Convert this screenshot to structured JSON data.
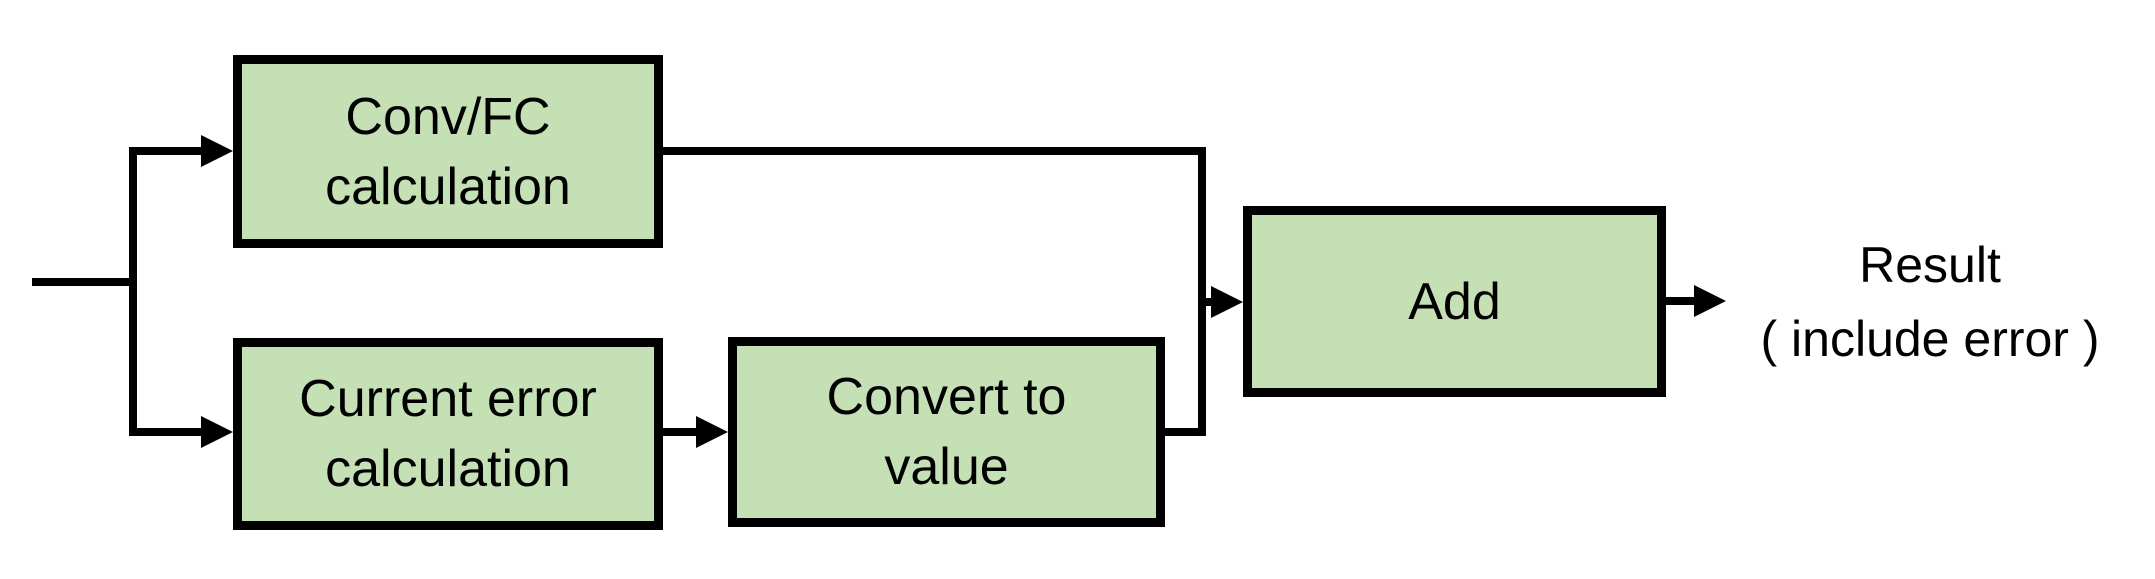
{
  "diagram": {
    "nodes": {
      "conv_fc": {
        "lines": [
          "Conv/FC",
          "calculation"
        ]
      },
      "current_error": {
        "lines": [
          "Current error",
          "calculation"
        ]
      },
      "convert": {
        "lines": [
          "Convert to",
          "value"
        ]
      },
      "add": {
        "lines": [
          "Add"
        ]
      }
    },
    "output": {
      "lines": [
        "Result",
        "( include error )"
      ]
    },
    "edges": [
      {
        "from": "input",
        "to": "conv_fc"
      },
      {
        "from": "input",
        "to": "current_error"
      },
      {
        "from": "current_error",
        "to": "convert"
      },
      {
        "from": "conv_fc",
        "to": "add"
      },
      {
        "from": "convert",
        "to": "add"
      },
      {
        "from": "add",
        "to": "result"
      }
    ],
    "colors": {
      "node_fill": "#c5e0b4",
      "node_border": "#000000",
      "connector": "#000000",
      "background": "#ffffff"
    }
  }
}
